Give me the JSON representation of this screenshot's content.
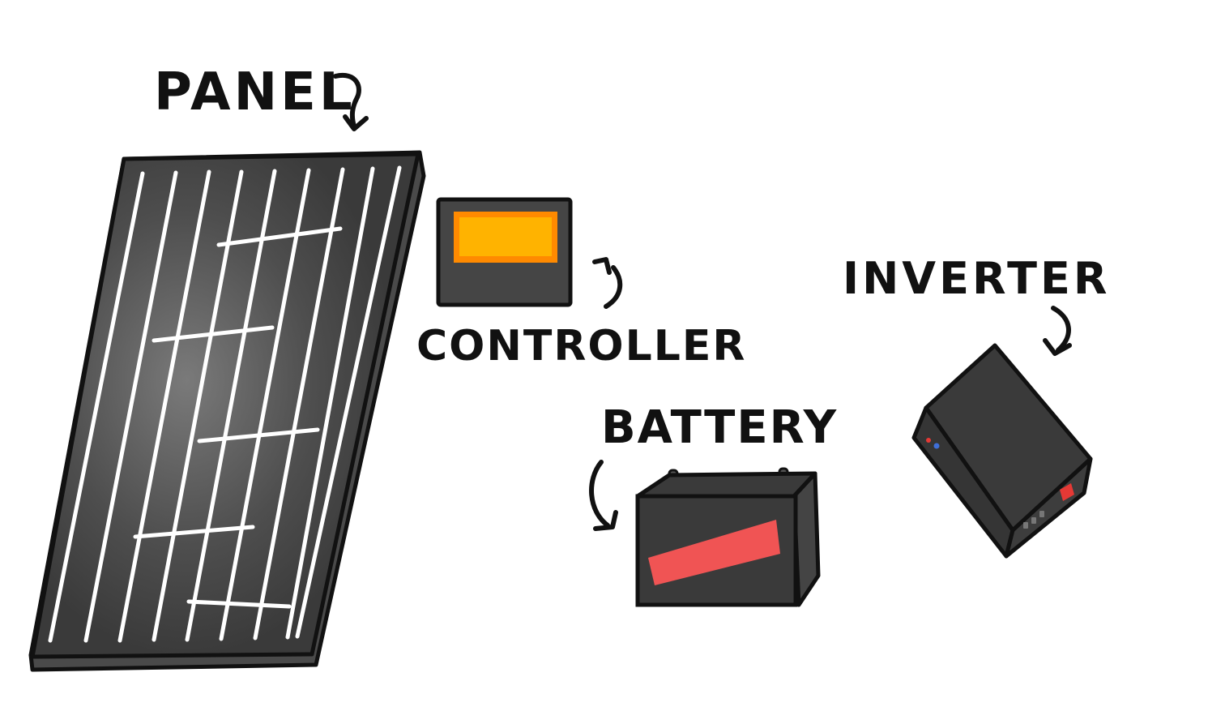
{
  "labels": {
    "panel": "PANEL",
    "controller": "CONTROLLER",
    "battery": "BATTERY",
    "inverter": "INVERTER"
  },
  "colors": {
    "outline": "#111111",
    "panel_body": "#3b3b3b",
    "panel_frame": "#4a4a4a",
    "panel_glow": "#8a8a8a",
    "panel_lines": "#ffffff",
    "controller_body": "#454545",
    "controller_screen_outer": "#ff8a00",
    "controller_screen_inner": "#ffb300",
    "battery_body": "#3a3a3a",
    "battery_label": "#f05454",
    "inverter_body": "#3a3a3a",
    "inverter_led_red": "#e53935",
    "inverter_led_blue": "#3f6fd8",
    "inverter_panel_red": "#e53935"
  }
}
